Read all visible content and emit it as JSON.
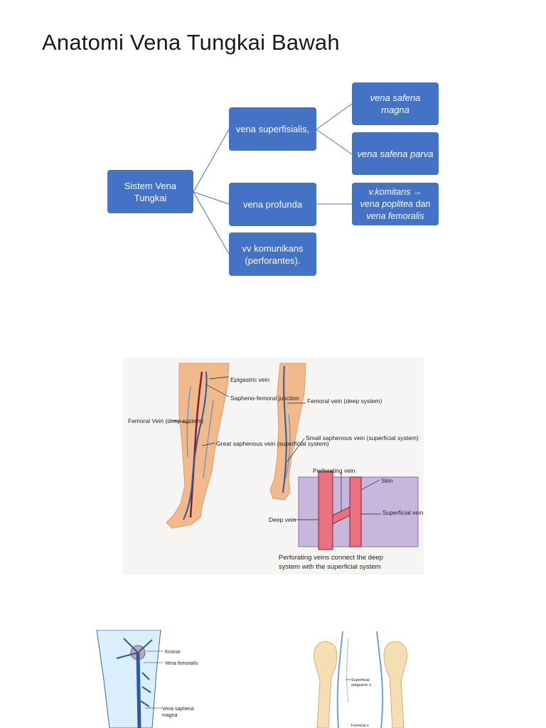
{
  "slide": {
    "title": "Anatomi Vena Tungkai Bawah"
  },
  "hierarchy": {
    "root": "Sistem Vena Tungkai",
    "superficial": "vena superfisialis,",
    "magna": "vena safena magna",
    "parva": "vena safena parva",
    "profunda": "vena profunda",
    "komitans_a": "v.komitans",
    "komitans_arrow": "→",
    "komitans_b": "vena poplitea",
    "komitans_c": "dan",
    "komitans_d": "vena femoralis",
    "komunikans": "vv komunikans (perforantes)."
  },
  "figure1": {
    "labels": {
      "epigastric": "Epigastric vein",
      "sapheno": "Sapheno-femoral junction",
      "femoral_left": "Femoral Vein (deep system)",
      "great_saphenous": "Great saphenous vein (superficial system)",
      "femoral_right": "Femoral vein (deep system)",
      "small_saphenous": "Small saphenous vein (superficial system)",
      "perforating": "Perforating vein",
      "skin": "Skin",
      "deep": "Deep vein",
      "superficial": "Superficial vein",
      "caption_1": "Perforating veins connect the deep",
      "caption_2": "system with the superficial system"
    }
  },
  "figure2": {
    "labels": {
      "krosse": "Krosse",
      "femoralis": "Vena femoralis",
      "saphena_1": "Vena saphena",
      "saphena_2": "magna"
    }
  },
  "figure3": {
    "labels": {
      "superficial_1": "Superficial",
      "superficial_2": "epigastric v.",
      "femoral": "Femoral v."
    }
  },
  "colors": {
    "box": "#4472c4",
    "connector": "#4472c4",
    "skin": "#f2b98b",
    "vein": "#2c5aa0",
    "deep_vein": "#8a1a3a"
  }
}
